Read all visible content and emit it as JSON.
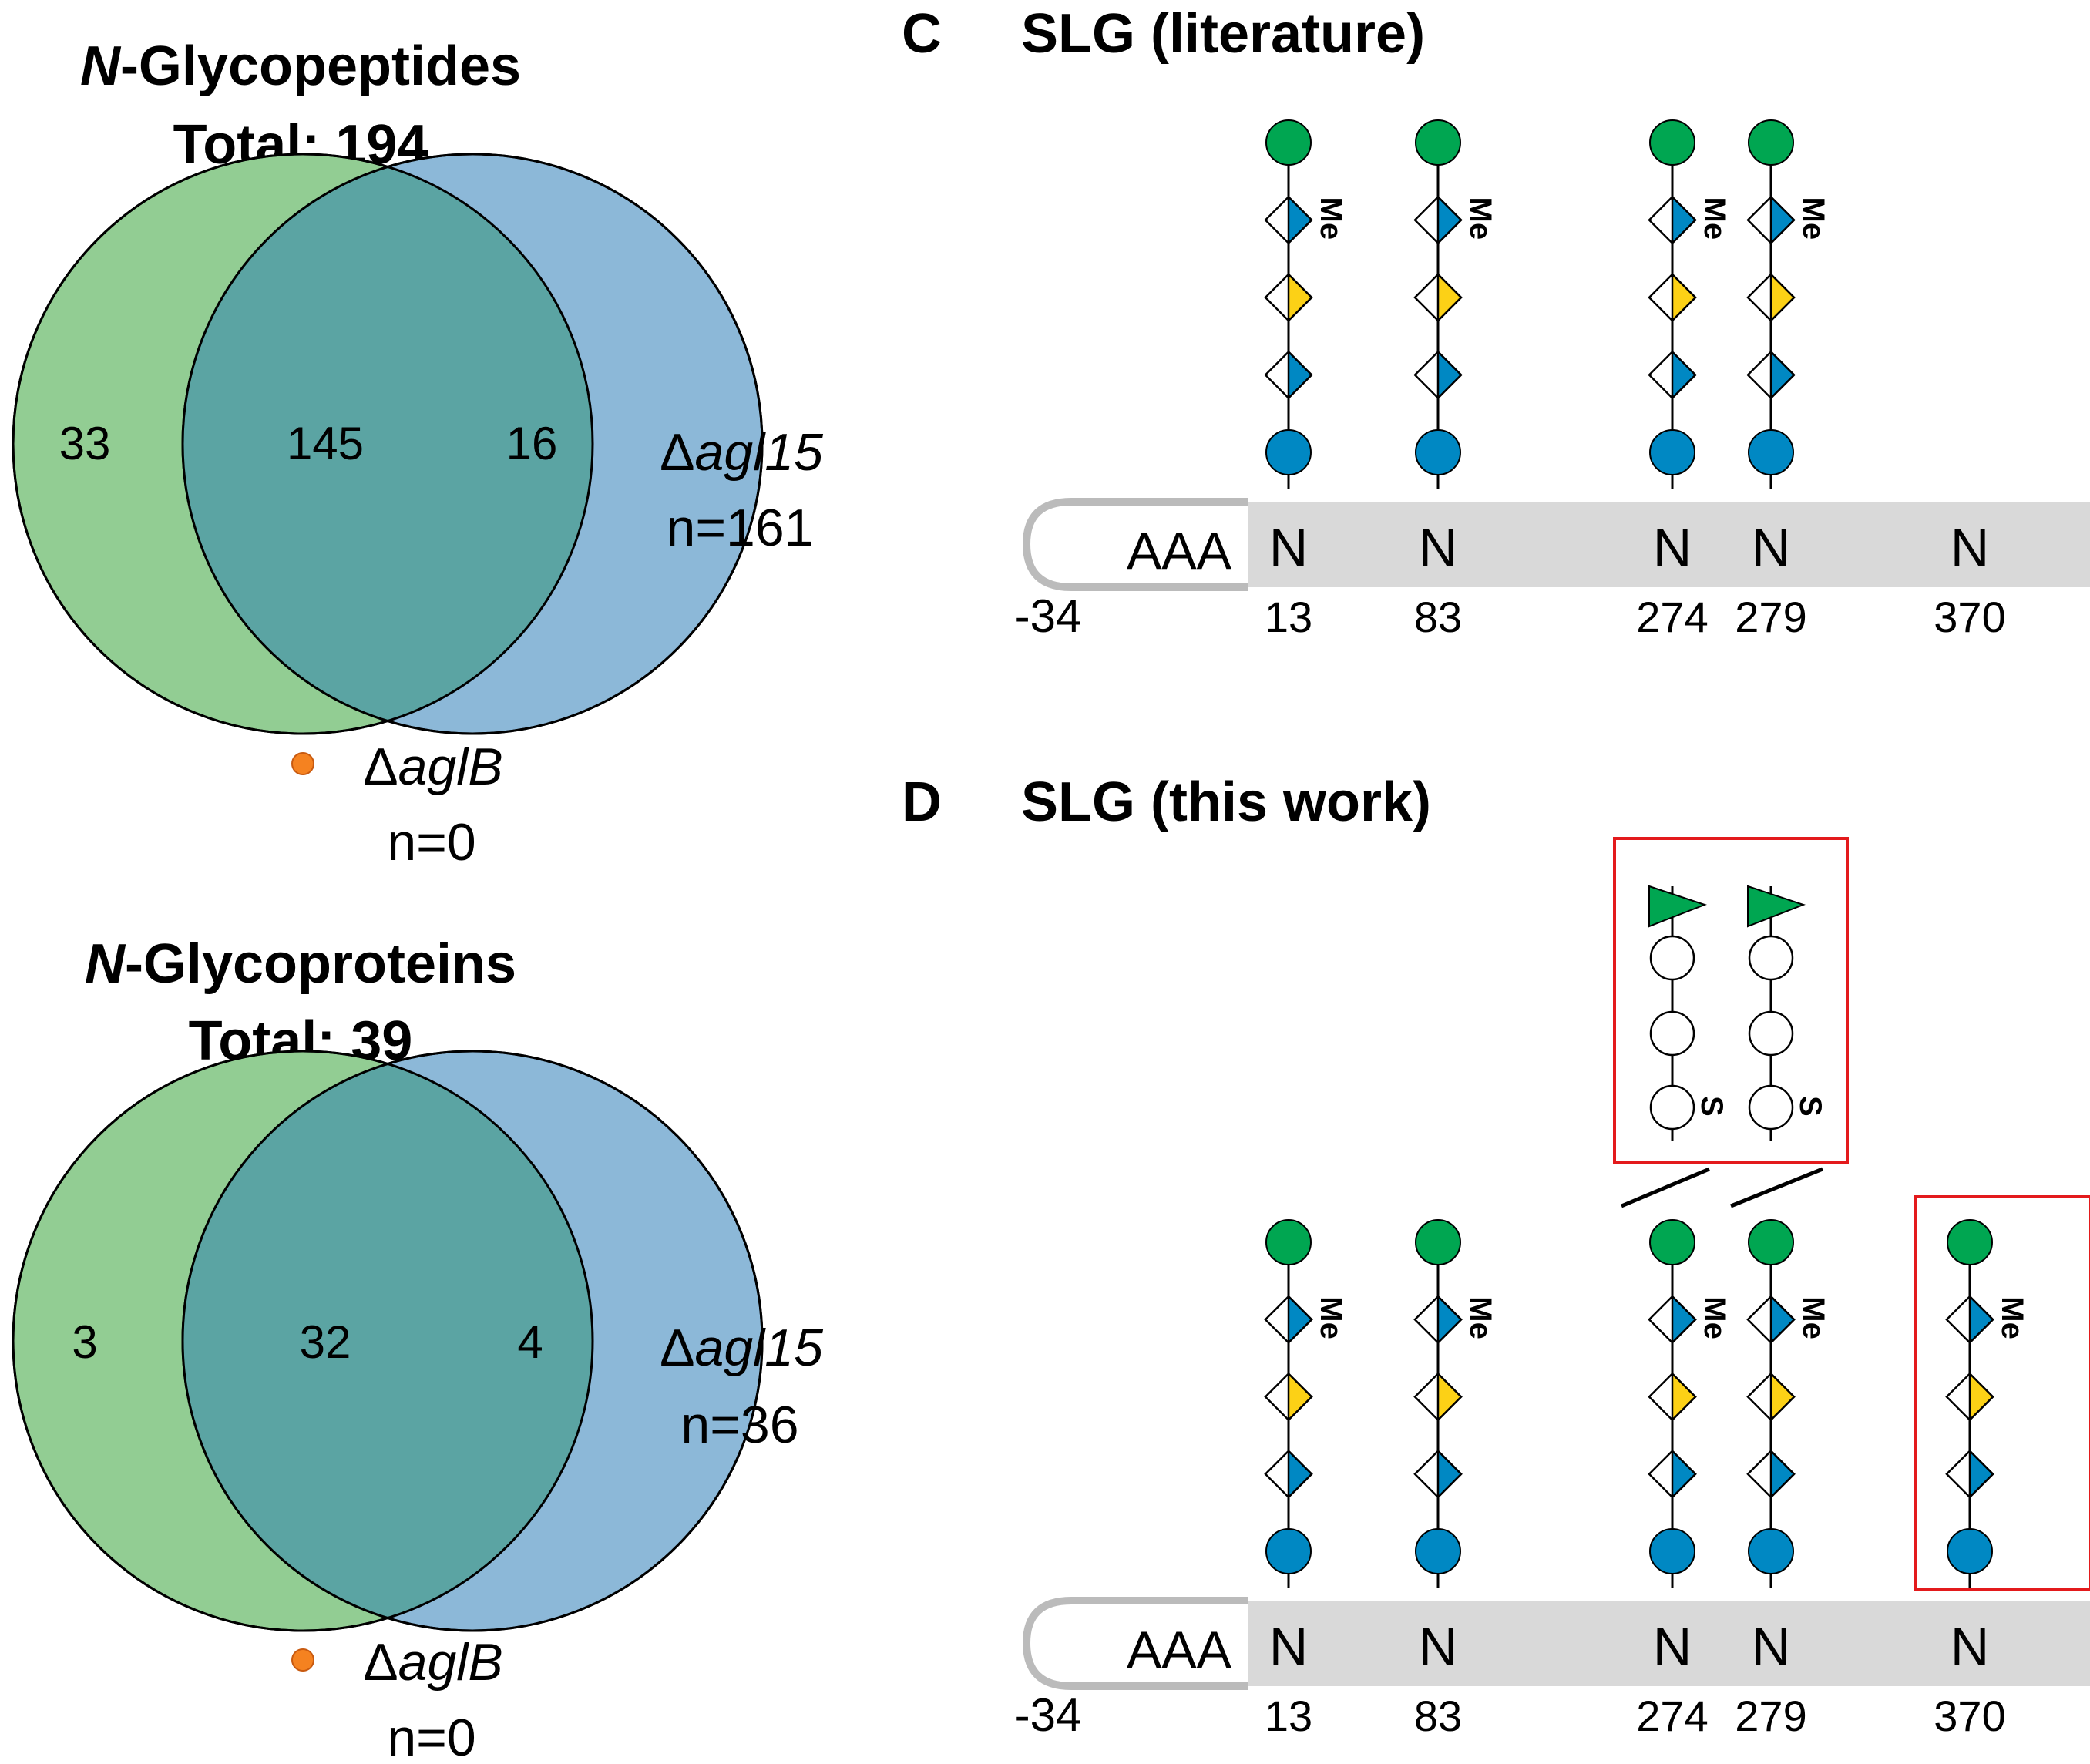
{
  "venn_peptides": {
    "title_italic": "N",
    "title_rest": "-Glycopeptides",
    "total": "Total: 194",
    "left_only": "33",
    "overlap": "145",
    "right_only": "16",
    "mutant_delta": "Δ",
    "mutant_name": "agl15",
    "mutant_n": "n=161",
    "aglb_delta": "Δ",
    "aglb_name": "aglB",
    "aglb_n": "n=0"
  },
  "venn_proteins": {
    "title_italic": "N",
    "title_rest": "-Glycoproteins",
    "total": "Total: 39",
    "left_only": "3",
    "overlap": "32",
    "right_only": "4",
    "mutant_delta": "Δ",
    "mutant_name": "agl15",
    "mutant_n": "n=36",
    "aglb_delta": "Δ",
    "aglb_name": "aglB",
    "aglb_n": "n=0"
  },
  "panel_c": {
    "letter": "C",
    "title": "SLG (literature)",
    "tag": "AAA",
    "start": "-34",
    "sites": [
      {
        "residue": "N",
        "position": "13",
        "glycan": true
      },
      {
        "residue": "N",
        "position": "83",
        "glycan": true
      },
      {
        "residue": "N",
        "position": "274",
        "glycan": true
      },
      {
        "residue": "N",
        "position": "279",
        "glycan": true
      },
      {
        "residue": "N",
        "position": "370",
        "glycan": false
      }
    ],
    "methyl_label": "Me"
  },
  "panel_d": {
    "letter": "D",
    "title": "SLG (this work)",
    "tag": "AAA",
    "start": "-34",
    "sites": [
      {
        "residue": "N",
        "position": "13",
        "glycan": true
      },
      {
        "residue": "N",
        "position": "83",
        "glycan": true
      },
      {
        "residue": "N",
        "position": "274",
        "glycan": true
      },
      {
        "residue": "N",
        "position": "279",
        "glycan": true
      },
      {
        "residue": "N",
        "position": "370",
        "glycan": true
      }
    ],
    "methyl_label": "Me",
    "sulfate_label": "S"
  },
  "colors": {
    "venn_left": "#92cd93",
    "venn_right": "#8cb8d8",
    "venn_overlap": "#5ba4a3",
    "glc_green": "#00a651",
    "glc_blue": "#0088c3",
    "gal_yellow": "#fcd116",
    "aglb_dot": "#f58220",
    "highlight_box": "#e31a1c",
    "protein_bar": "#d9d9d9"
  }
}
